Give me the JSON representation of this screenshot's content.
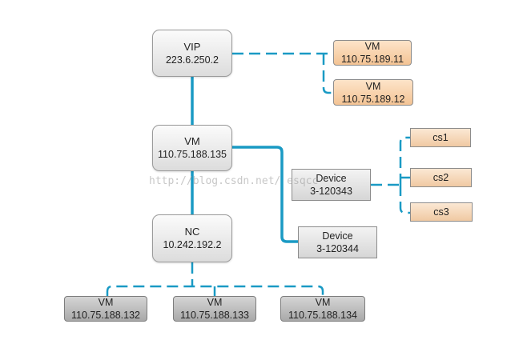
{
  "nodes": {
    "vip": {
      "line1": "VIP",
      "line2": "223.6.250.2"
    },
    "vm_main": {
      "line1": "VM",
      "line2": "110.75.188.135"
    },
    "nc": {
      "line1": "NC",
      "line2": "10.242.192.2"
    },
    "vm_189_11": {
      "line1": "VM",
      "line2": "110.75.189.11"
    },
    "vm_189_12": {
      "line1": "VM",
      "line2": "110.75.189.12"
    },
    "device_1": {
      "line1": "Device",
      "line2": "3-120343"
    },
    "device_2": {
      "line1": "Device",
      "line2": "3-120344"
    },
    "cs1": {
      "label": "cs1"
    },
    "cs2": {
      "label": "cs2"
    },
    "cs3": {
      "label": "cs3"
    },
    "vm_188_132": {
      "line1": "VM",
      "line2": "110.75.188.132"
    },
    "vm_188_133": {
      "line1": "VM",
      "line2": "110.75.188.133"
    },
    "vm_188_134": {
      "line1": "VM",
      "line2": "110.75.188.134"
    }
  },
  "watermark": "http://blog.csdn.net/   esqcc",
  "colors": {
    "link": "#1a9ac4",
    "vm_orange": "#f3c394",
    "vm_dark": "#a9a9a9"
  }
}
